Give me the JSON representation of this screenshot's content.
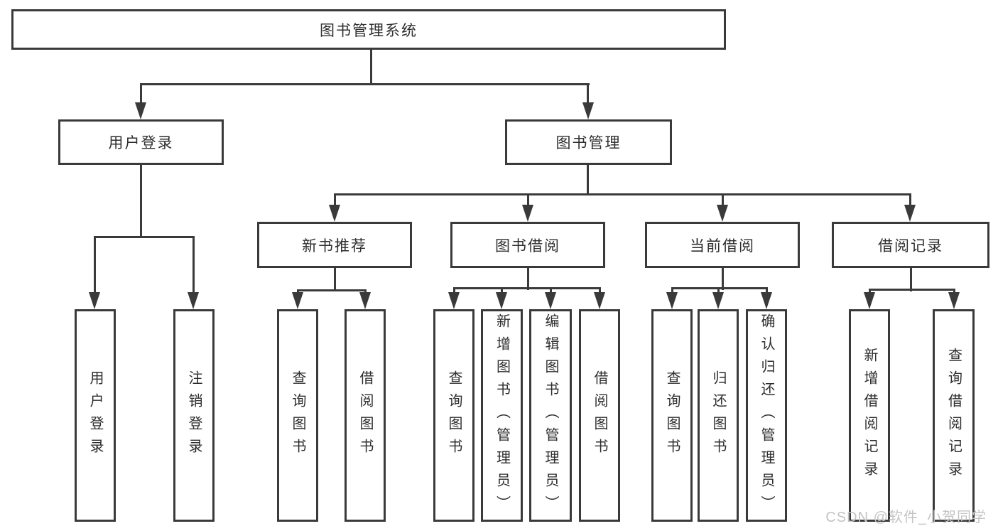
{
  "colors": {
    "line": "#3a3a3a",
    "box_border": "#3a3a3a",
    "text": "#2e2e2e",
    "watermark": "#c4c4c4",
    "background": "#ffffff"
  },
  "tree": {
    "root": {
      "label": "图书管理系统"
    },
    "level2": [
      {
        "label": "用户登录"
      },
      {
        "label": "图书管理"
      }
    ],
    "level3": [
      {
        "label": "新书推荐"
      },
      {
        "label": "图书借阅"
      },
      {
        "label": "当前借阅"
      },
      {
        "label": "借阅记录"
      }
    ],
    "leaves": [
      {
        "label": "用户登录"
      },
      {
        "label": "注销登录"
      },
      {
        "label": "查询图书"
      },
      {
        "label": "借阅图书"
      },
      {
        "label": "查询图书"
      },
      {
        "label": "新增图书（管理员）"
      },
      {
        "label": "编辑图书（管理员）"
      },
      {
        "label": "借阅图书"
      },
      {
        "label": "查询图书"
      },
      {
        "label": "归还图书"
      },
      {
        "label": "确认归还（管理员）"
      },
      {
        "label": "新增借阅记录"
      },
      {
        "label": "查询借阅记录"
      }
    ]
  },
  "watermark": {
    "text": "CSDN @软件_小贺同学"
  }
}
